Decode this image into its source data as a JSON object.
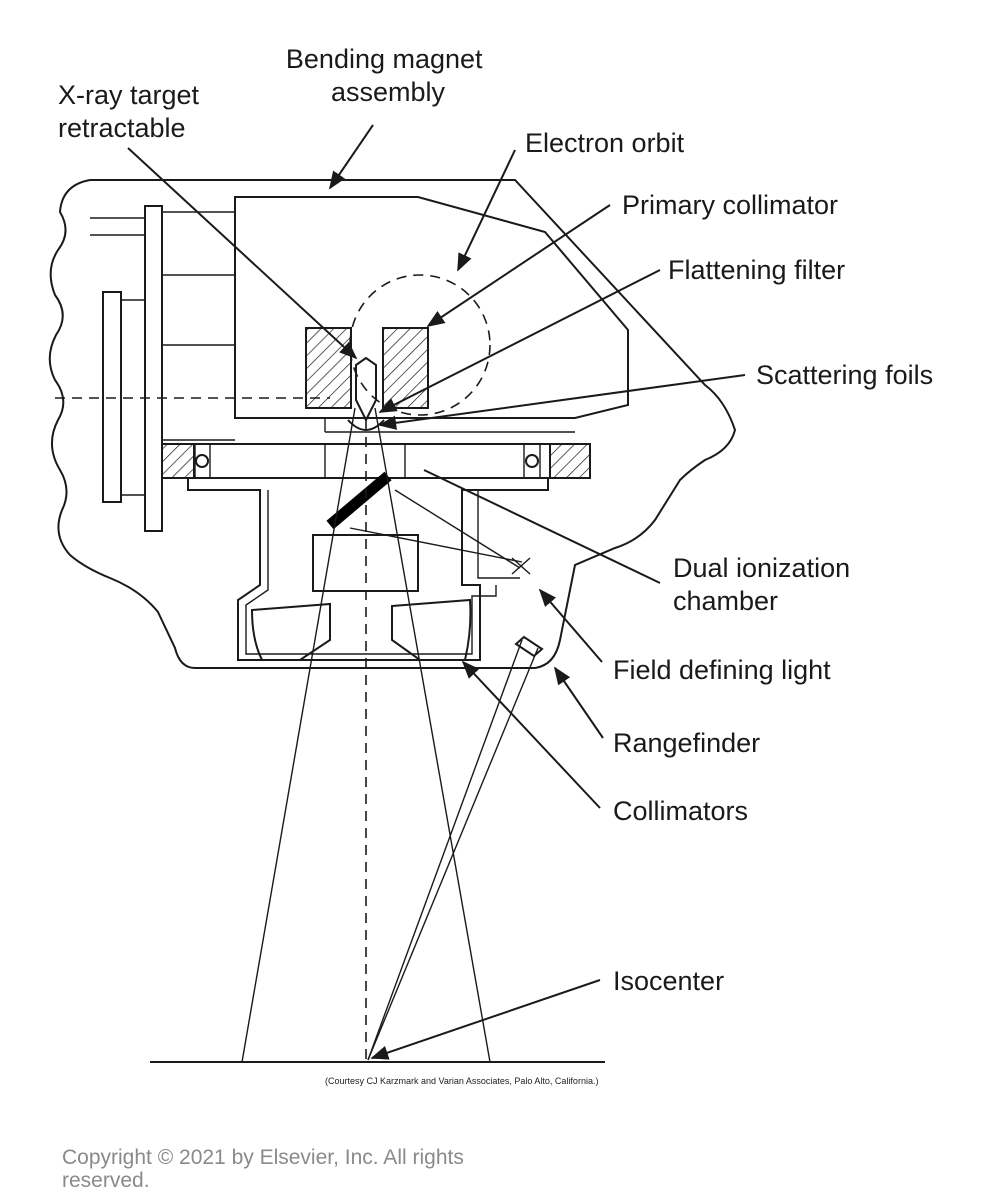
{
  "labels": {
    "bending_magnet": [
      "Bending magnet",
      "assembly"
    ],
    "xray_target": [
      "X-ray target",
      "retractable"
    ],
    "electron_orbit": "Electron orbit",
    "primary_collimator": "Primary collimator",
    "flattening_filter": "Flattening filter",
    "scattering_foils": "Scattering foils",
    "dual_ionization_chamber": [
      "Dual ionization",
      "chamber"
    ],
    "field_defining_light": "Field defining light",
    "rangefinder": "Rangefinder",
    "collimators": "Collimators",
    "isocenter": "Isocenter"
  },
  "credit": "(Courtesy CJ Karzmark and Varian Associates, Palo Alto, California.)",
  "copyright": "Copyright © 2021 by Elsevier, Inc. All rights reserved."
}
